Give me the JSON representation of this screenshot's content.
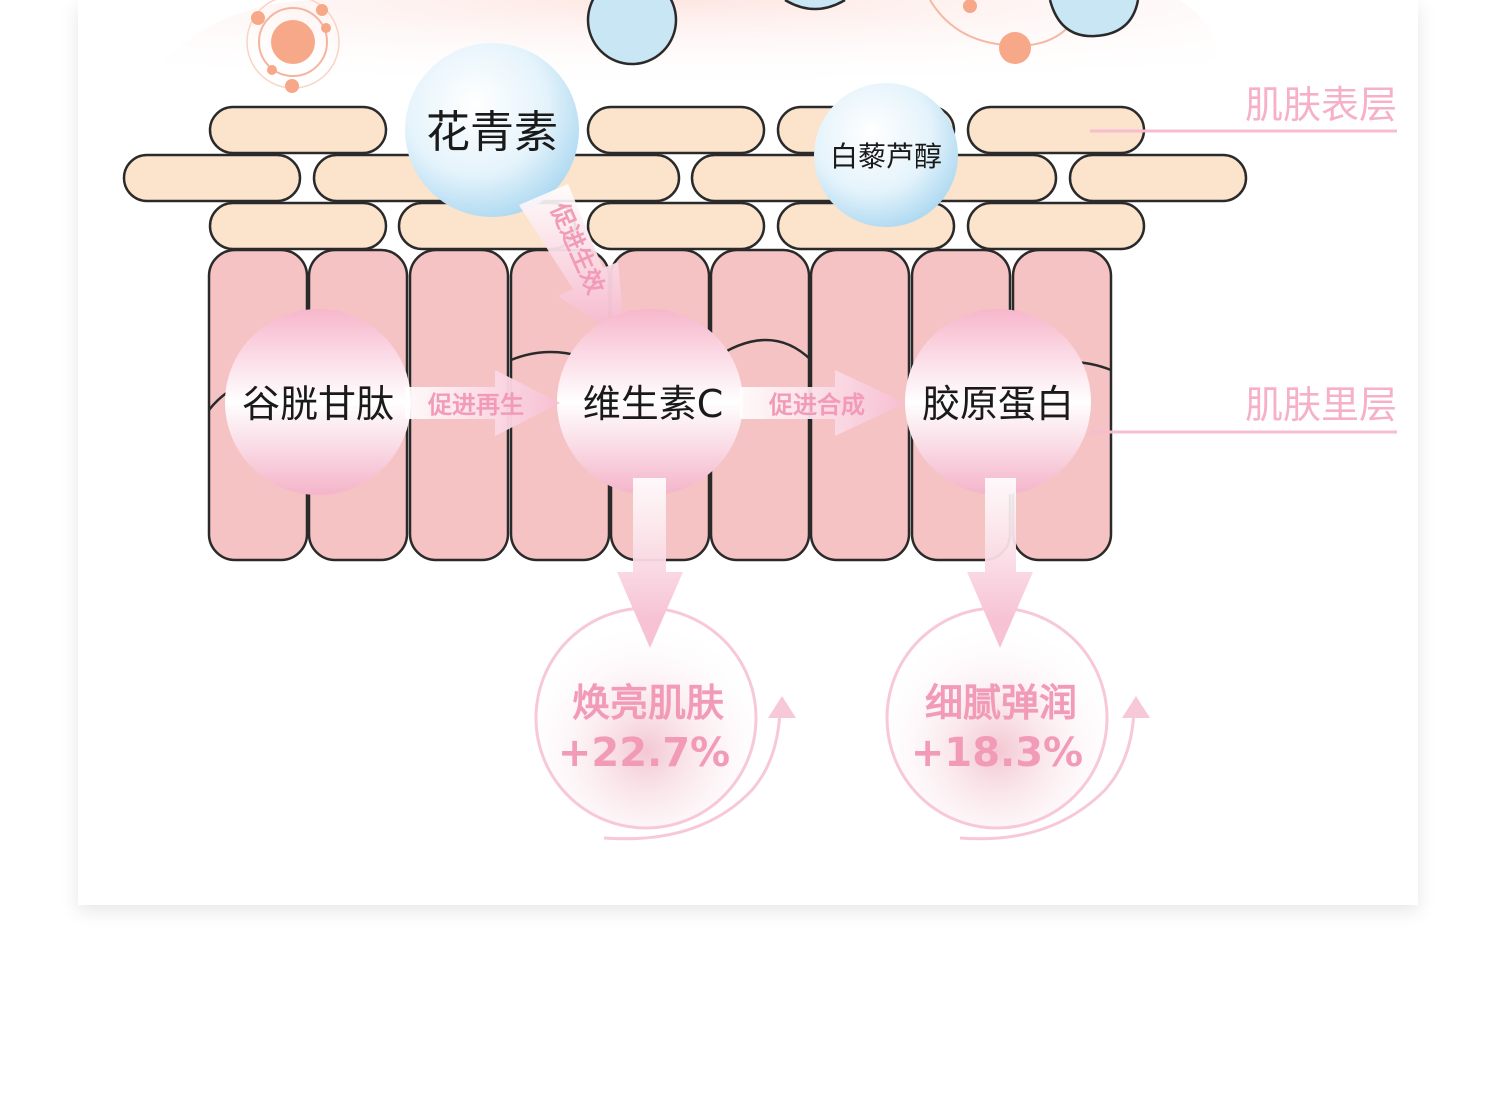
{
  "layers": {
    "surface": "肌肤表层",
    "inner": "肌肤里层"
  },
  "ingredients": {
    "anthocyanin": "花青素",
    "resveratrol": "白藜芦醇",
    "glutathione": "谷胱甘肽",
    "vitamin_c": "维生素C",
    "collagen": "胶原蛋白"
  },
  "arrows": {
    "promote_effect": "促进生效",
    "promote_regeneration": "促进再生",
    "promote_synthesis": "促进合成"
  },
  "results": [
    {
      "label": "焕亮肌肤",
      "value": "+22.7%"
    },
    {
      "label": "细腻弹润",
      "value": "+18.3%"
    }
  ],
  "colors": {
    "pink_text": "#f29bb8",
    "pink_light": "#f7c8d8",
    "skin_cell": "#f5c3c3",
    "surface_cell": "#fbe3cc",
    "outline": "#2a2a2a",
    "bubble_blue": "#c9e6f4"
  }
}
